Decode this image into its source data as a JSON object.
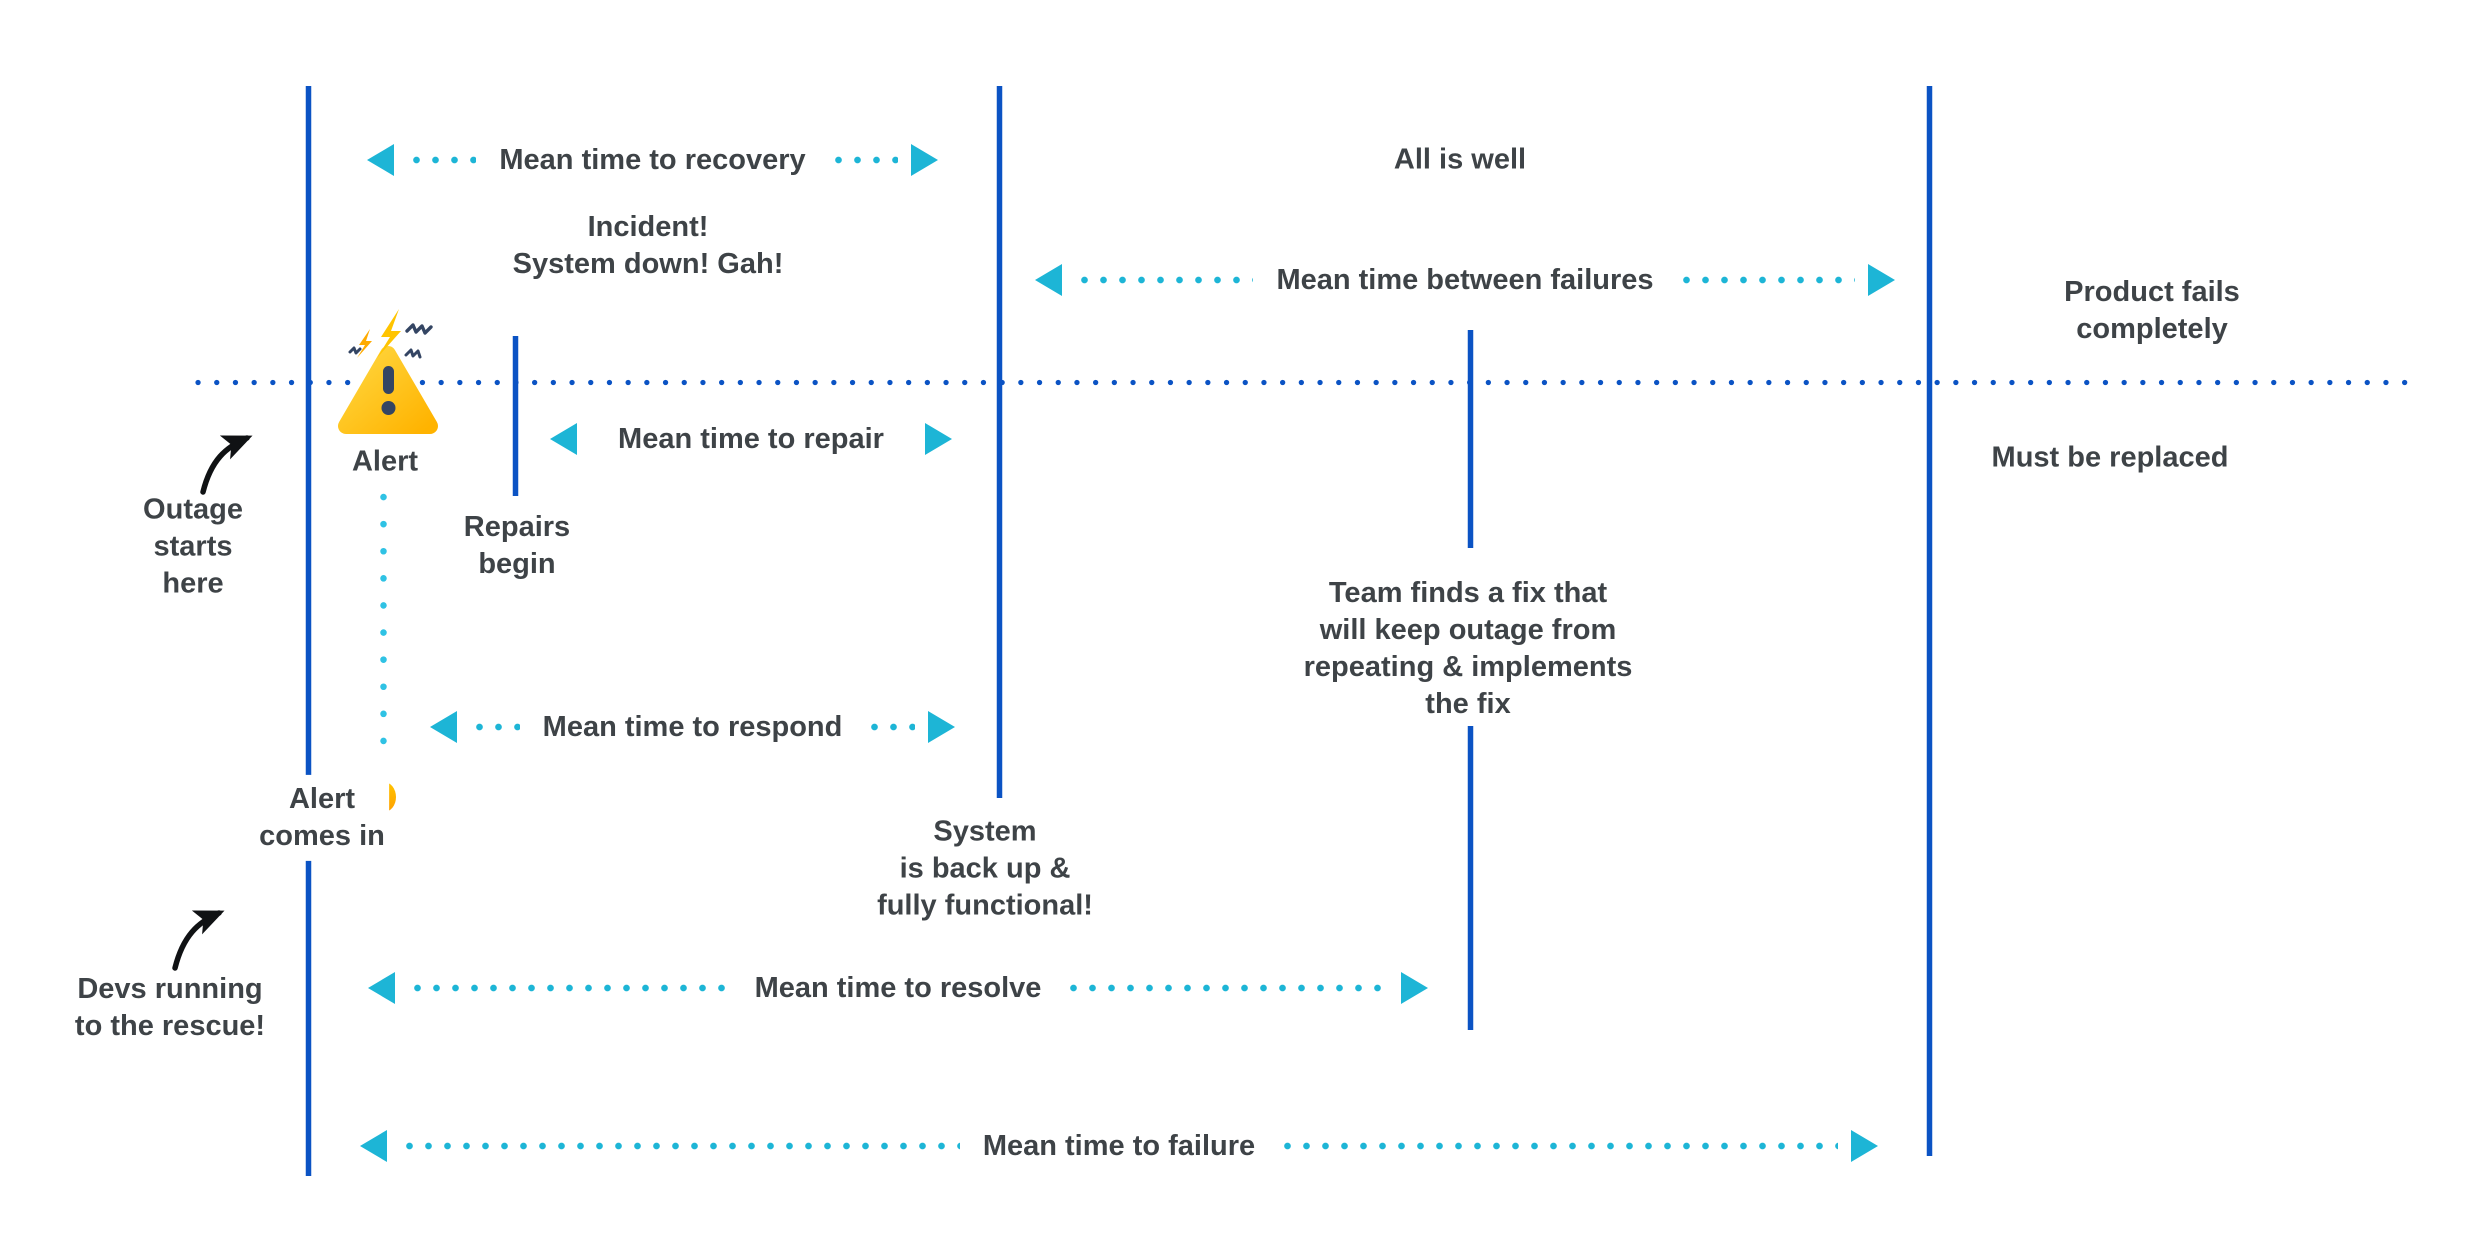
{
  "diagram_title": "Incident timeline metrics diagram",
  "colors": {
    "timeline_blue": "#0b53c4",
    "metric_teal": "#1db5d6",
    "alert_dotted_teal": "#2fc2e4",
    "text_gray": "#3e4347",
    "warning_gold": "#ffc400",
    "warning_gold_deep": "#ffab00",
    "exclamation_navy": "#344563",
    "background": "#ffffff"
  },
  "metric_arrows": [
    {
      "id": "recovery",
      "label": "Mean time to recovery"
    },
    {
      "id": "between-failures",
      "label": "Mean time between failures"
    },
    {
      "id": "repair",
      "label": "Mean time to repair"
    },
    {
      "id": "respond",
      "label": "Mean time to respond"
    },
    {
      "id": "resolve",
      "label": "Mean time to resolve"
    },
    {
      "id": "failure",
      "label": "Mean time to failure"
    }
  ],
  "annotations": {
    "incident": "Incident!\nSystem down! Gah!",
    "all_is_well": "All is well",
    "product_fails": "Product fails completely",
    "must_be_replaced": "Must be replaced",
    "alert": "Alert",
    "repairs_begin": "Repairs\nbegin",
    "outage_starts": "Outage\nstarts\nhere",
    "alert_comes_in": "Alert\ncomes in",
    "system_back_up": "System\nis back up &\nfully functional!",
    "team_fix": "Team finds a fix that\nwill keep outage from\nrepeating & implements\nthe fix",
    "devs_running": "Devs running\nto the rescue!"
  },
  "icons": {
    "warning_triangle": "alert-warning-triangle-icon",
    "alert_dot": "alert-origin-dot-icon",
    "outage_pointer": "curved-arrow-icon",
    "devs_pointer": "curved-arrow-icon"
  }
}
